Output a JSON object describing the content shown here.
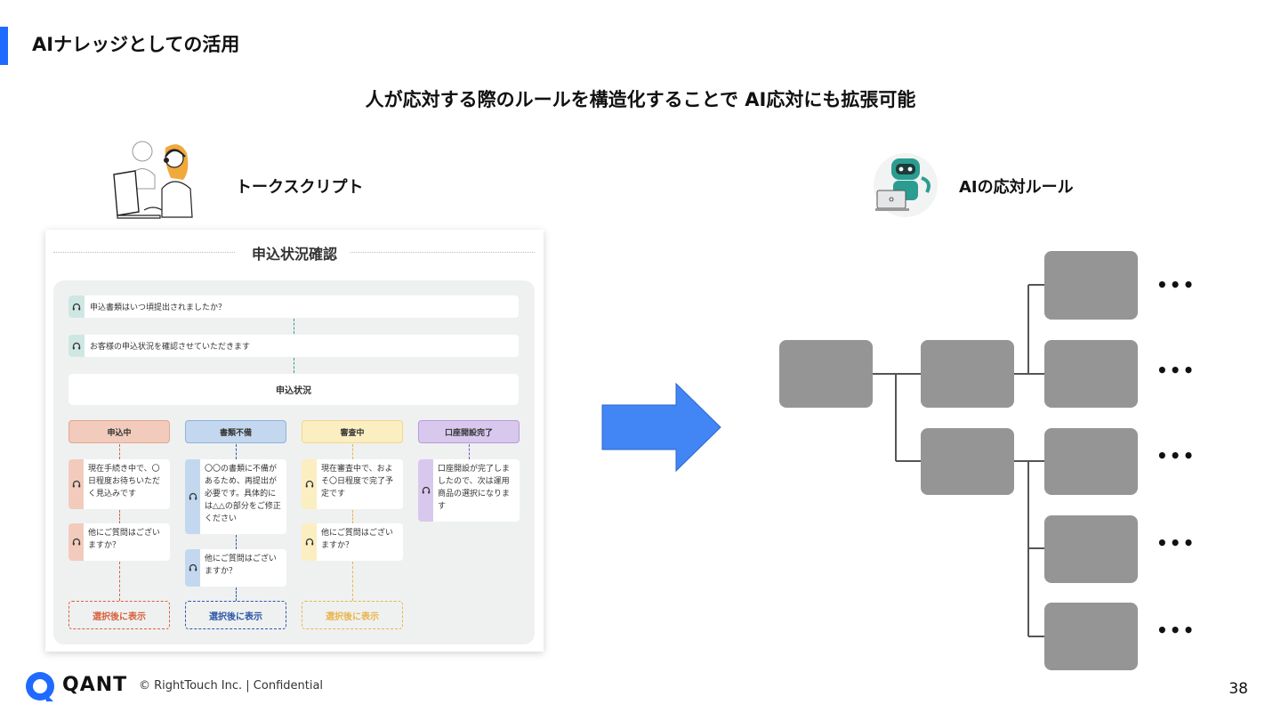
{
  "header": {
    "title": "AIナレッジとしての活用",
    "subtitle": "人が応対する際のルールを構造化することで  AI応対にも拡張可能",
    "accent_color": "#1f6bff"
  },
  "left": {
    "label": "トークスクリプト",
    "illustration": "operator-illustration",
    "card": {
      "title": "申込状況確認",
      "questions": [
        "申込書類はいつ頃提出されましたか？",
        "お客様の申込状況を確認させていただきます"
      ],
      "status_label": "申込状況",
      "columns": [
        {
          "header": "申込中",
          "color": "#f2cbbd",
          "answer": "現在手続き中で、〇日程度お待ちいただく見込みです",
          "followup": "他にご質問はございますか？",
          "after": "選択後に表示",
          "after_color": "#d9603c"
        },
        {
          "header": "書類不備",
          "color": "#c3d8ef",
          "answer": "〇〇の書類に不備があるため、再提出が必要です。具体的には△△の部分をご修正ください",
          "followup": "他にご質問はございますか？",
          "after": "選択後に表示",
          "after_color": "#2e57a8"
        },
        {
          "header": "審査中",
          "color": "#fbeec0",
          "answer": "現在審査中で、およそ〇日程度で完了予定です",
          "followup": "他にご質問はございますか？",
          "after": "選択後に表示",
          "after_color": "#e9b54a"
        },
        {
          "header": "口座開設完了",
          "color": "#d9c8ee",
          "answer": "口座開設が完了しましたので、次は運用商品の選択になります",
          "followup": "",
          "after": "",
          "after_color": "#7a4fc0"
        }
      ]
    }
  },
  "right": {
    "label": "AIの応対ルール",
    "illustration": "robot-illustration",
    "ellipsis": [
      "•••",
      "•••",
      "•••",
      "•••",
      "•••"
    ]
  },
  "footer": {
    "brand": "QANT",
    "copyright": "© RightTouch Inc.  |  Confidential",
    "page_number": "38"
  }
}
